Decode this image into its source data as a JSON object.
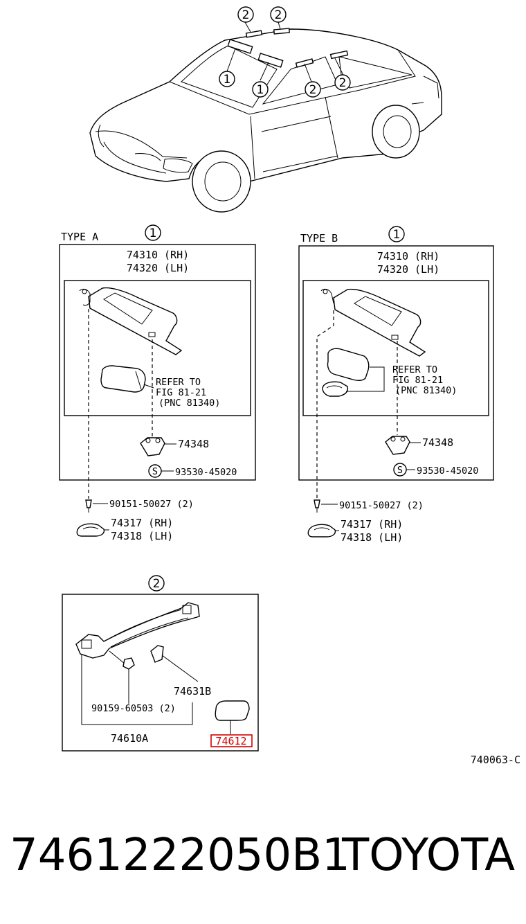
{
  "callouts": {
    "one": "1",
    "two": "2",
    "s": "S"
  },
  "type_a": {
    "title": "TYPE A",
    "part_rh": "74310 (RH)",
    "part_lh": "74320 (LH)",
    "refer_1": "REFER TO",
    "refer_2": "FIG 81-21",
    "refer_3": "(PNC 81340)",
    "holder": "74348",
    "screw_s": "93530-45020",
    "screw": "90151-50027 (2)",
    "clip_rh": "74317 (RH)",
    "clip_lh": "74318 (LH)"
  },
  "type_b": {
    "title": "TYPE B",
    "part_rh": "74310 (RH)",
    "part_lh": "74320 (LH)",
    "refer_1": "REFER TO",
    "refer_2": "FIG 81-21",
    "refer_3": "(PNC 81340)",
    "holder": "74348",
    "screw_s": "93530-45020",
    "screw": "90151-50027 (2)",
    "clip_rh": "74317 (RH)",
    "clip_lh": "74318 (LH)"
  },
  "grip": {
    "cover": "74631B",
    "bolt": "90159-60503 (2)",
    "assembly": "74610A",
    "highlighted": "74612"
  },
  "figure_code": "740063-C",
  "footer": {
    "part_number": "7461222050B1",
    "brand": "TOYOTA"
  },
  "colors": {
    "highlight": "#d40000"
  }
}
